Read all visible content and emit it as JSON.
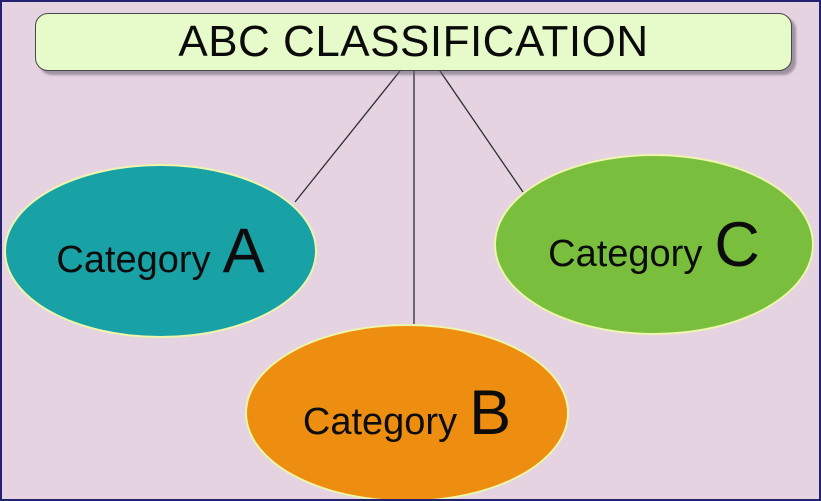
{
  "page": {
    "background_color": "#e5d3e2",
    "frame_border_color": "#22226f"
  },
  "title_box": {
    "text": "ABC CLASSIFICATION",
    "fill_color": "#e7fbca",
    "text_color": "#0b0b0b"
  },
  "categories": [
    {
      "name": "Category",
      "letter": "A",
      "fill_color": "#18a2a6"
    },
    {
      "name": "Category",
      "letter": "B",
      "fill_color": "#ee8e10"
    },
    {
      "name": "Category",
      "letter": "C",
      "fill_color": "#7abe3e"
    }
  ],
  "connectors": {
    "color": "#2e2e2e"
  }
}
